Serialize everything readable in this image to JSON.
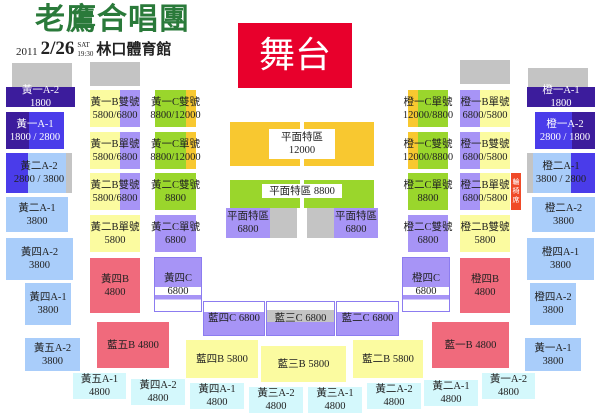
{
  "header": {
    "title": "老鷹合唱團",
    "year": "2011",
    "date": "2/26",
    "day": "SAT",
    "time": "19:30",
    "venue": "林口體育館"
  },
  "stage": "舞台",
  "colors": {
    "stage": "#e8002c",
    "yellow": "#fbfba0",
    "purple": "#a794f6",
    "green": "#9ad62c",
    "red": "#f06a7c",
    "lightblue": "#a9cdfa",
    "cyan": "#d4f8fc",
    "darkpurple": "#3c1c9c",
    "blue": "#4a3cea",
    "orange": "#f8c830"
  },
  "sections": {
    "y1a2": {
      "name": "黃一A-2",
      "price": "1800"
    },
    "y1a1": {
      "name": "黃一A-1",
      "price": "1800 / 2800"
    },
    "y2a2": {
      "name": "黃二A-2",
      "price": "2800 / 3800"
    },
    "y2a1": {
      "name": "黃二A-1",
      "price": "3800"
    },
    "y4a2": {
      "name": "黃四A-2",
      "price": "3800"
    },
    "y4a1": {
      "name": "黃四A-1",
      "price": "3800"
    },
    "y5a2": {
      "name": "黃五A-2",
      "price": "3800"
    },
    "y5a1": {
      "name": "黃五A-1",
      "price": "4800"
    },
    "y1b2": {
      "name": "黃一B雙號",
      "price": "5800/6800"
    },
    "y1b1": {
      "name": "黃一B單號",
      "price": "5800/6800"
    },
    "y2b2": {
      "name": "黃二B雙號",
      "price": "5800/6800"
    },
    "y2b1": {
      "name": "黃二B單號",
      "price": "5800"
    },
    "y4b": {
      "name": "黃四B",
      "price": "4800"
    },
    "y1c2": {
      "name": "黃一C雙號",
      "price": "8800/12000"
    },
    "y1c1": {
      "name": "黃一C單號",
      "price": "8800/12000"
    },
    "y2c2": {
      "name": "黃二C雙號",
      "price": "8800"
    },
    "y2c1": {
      "name": "黃二C單號",
      "price": "6800"
    },
    "y4c": {
      "name": "黃四C",
      "price": "6800"
    },
    "floor1": {
      "name": "平面特區",
      "price": "12000"
    },
    "floor2": {
      "name": "平面特區",
      "price": "8800"
    },
    "floor3l": {
      "name": "平面特區",
      "price": "6800"
    },
    "floor3r": {
      "name": "平面特區",
      "price": "6800"
    },
    "o1c1": {
      "name": "橙一C單號",
      "price": "12000/8800"
    },
    "o1c2": {
      "name": "橙一C雙號",
      "price": "12000/8800"
    },
    "o2c1": {
      "name": "橙二C單號",
      "price": "8800"
    },
    "o2c2": {
      "name": "橙二C雙號",
      "price": "6800"
    },
    "o4c": {
      "name": "橙四C",
      "price": "6800"
    },
    "o1b1": {
      "name": "橙一B單號",
      "price": "6800/5800"
    },
    "o1b2": {
      "name": "橙一B雙號",
      "price": "6800/5800"
    },
    "o2b1": {
      "name": "橙二B單號",
      "price": "6800/5800"
    },
    "o2b2": {
      "name": "橙二B雙號",
      "price": "5800"
    },
    "o4b": {
      "name": "橙四B",
      "price": "4800"
    },
    "wheel": {
      "name": "輪椅席"
    },
    "o1a1": {
      "name": "橙一A-1",
      "price": "1800"
    },
    "o1a2": {
      "name": "橙一A-2",
      "price": "2800 / 1800"
    },
    "o2a1": {
      "name": "橙二A-1",
      "price": "3800 / 2800"
    },
    "o2a2": {
      "name": "橙二A-2",
      "price": "3800"
    },
    "o4a1": {
      "name": "橙四A-1",
      "price": "3800"
    },
    "o4a2": {
      "name": "橙四A-2",
      "price": "3800"
    },
    "r1a1": {
      "name": "黃一A-1",
      "price": "3800"
    },
    "r1a2": {
      "name": "黃一A-2",
      "price": "4800"
    },
    "r2a1": {
      "name": "黃二A-1",
      "price": "4800"
    },
    "b5b": {
      "name": "藍五B",
      "price": "4800"
    },
    "b4c": {
      "name": "藍四C",
      "price": "6800"
    },
    "b3c": {
      "name": "藍三C",
      "price": "6800"
    },
    "b2c": {
      "name": "藍二C",
      "price": "6800"
    },
    "b4b": {
      "name": "藍四B",
      "price": "5800"
    },
    "b3b": {
      "name": "藍三B",
      "price": "5800"
    },
    "b2b": {
      "name": "藍二B",
      "price": "5800"
    },
    "b1b": {
      "name": "藍一B",
      "price": "4800"
    },
    "y4a1b": {
      "name": "黃四A-2",
      "price": "4800"
    },
    "y4a1c": {
      "name": "黃四A-1",
      "price": "4800"
    },
    "y3a2": {
      "name": "黃三A-2",
      "price": "4800"
    },
    "y3a1": {
      "name": "黃三A-1",
      "price": "4800"
    },
    "y2a2b": {
      "name": "黃二A-2",
      "price": "4800"
    }
  }
}
